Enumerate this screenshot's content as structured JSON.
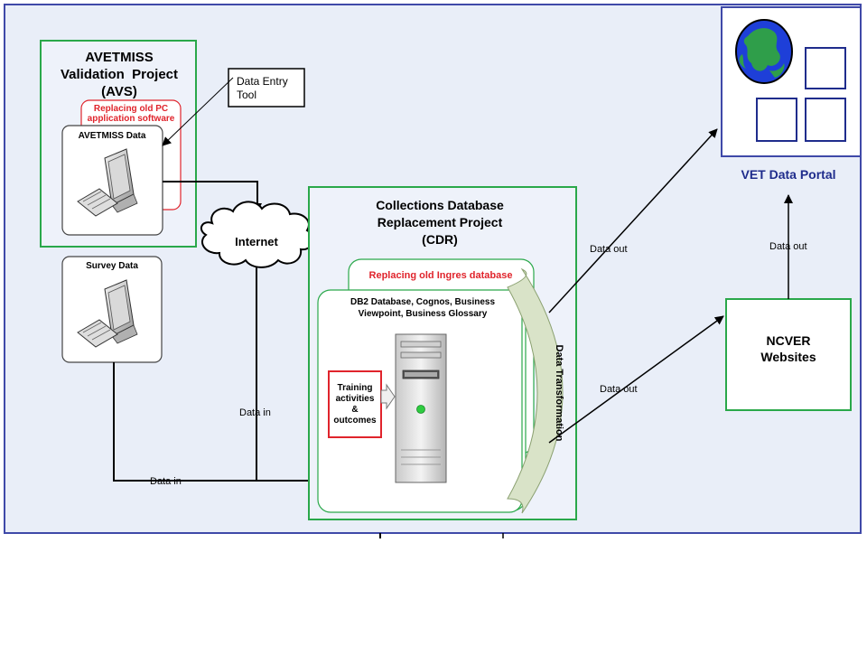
{
  "avs": {
    "title_line1": "AVETMISS",
    "title_line2": "Validation  Project",
    "title_line3": "(AVS)",
    "replacing_line1": "Replacing old PC",
    "replacing_line2": "application software",
    "data_card_label": "AVETMISS Data"
  },
  "data_entry_tool": {
    "line1": "Data Entry",
    "line2": "Tool"
  },
  "internet": {
    "label": "Internet"
  },
  "survey": {
    "label": "Survey Data"
  },
  "cdr": {
    "title_line1": "Collections Database",
    "title_line2": "Replacement Project",
    "title_line3": "(CDR)",
    "replacing": "Replacing old Ingres database",
    "db2_line1": "DB2 Database, Cognos, Business",
    "db2_line2": "Viewpoint, Business Glossary",
    "training_line1": "Training",
    "training_line2": "activities",
    "training_line3": "&",
    "training_line4": "outcomes",
    "data_transformation": "Data Transformation"
  },
  "portal": {
    "label": "VET Data Portal"
  },
  "ncver": {
    "line1": "NCVER",
    "line2": "Websites"
  },
  "flows": {
    "data_in_vertical": "Data in",
    "data_in_bottom": "Data in",
    "data_out_upper": "Data out",
    "data_out_lower": "Data out",
    "data_out_ncver": "Data out"
  },
  "colors": {
    "background": "#e9eef8",
    "frame": "#3f49a8",
    "green_border": "#2aa84a",
    "red": "#e0242c",
    "portal_text": "#1f2c8c",
    "transformation_band": "#d9e3c8"
  }
}
